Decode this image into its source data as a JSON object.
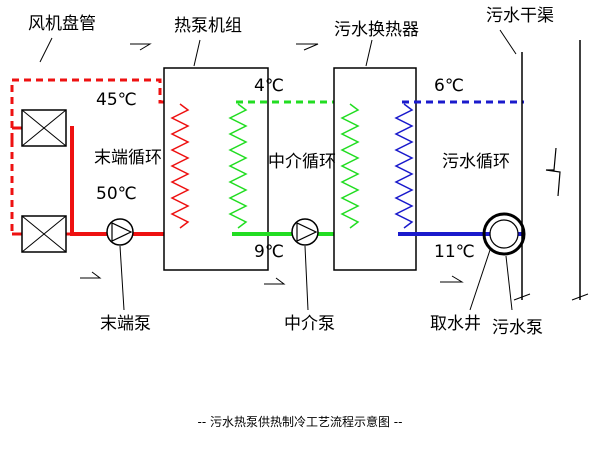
{
  "labels": {
    "fan_coil": "风机盘管",
    "heat_pump_unit": "热泵机组",
    "sewage_exchanger": "污水换热器",
    "sewage_channel": "污水干渠",
    "terminal_loop": "末端循环",
    "middle_loop": "中介循环",
    "sewage_loop": "污水循环",
    "terminal_pump": "末端泵",
    "middle_pump": "中介泵",
    "intake_well": "取水井",
    "sewage_pump": "污水泵"
  },
  "temperatures": {
    "terminal_supply": "45℃",
    "terminal_return": "50℃",
    "middle_supply": "4℃",
    "middle_return": "9℃",
    "sewage_supply": "6℃",
    "sewage_return": "11℃"
  },
  "caption": "-- 污水热泵供热制冷工艺流程示意图 --",
  "colors": {
    "terminal_loop": "#ee1111",
    "middle_loop": "#22dd22",
    "sewage_loop": "#1a1acc",
    "outline": "#000000",
    "background": "#ffffff"
  }
}
